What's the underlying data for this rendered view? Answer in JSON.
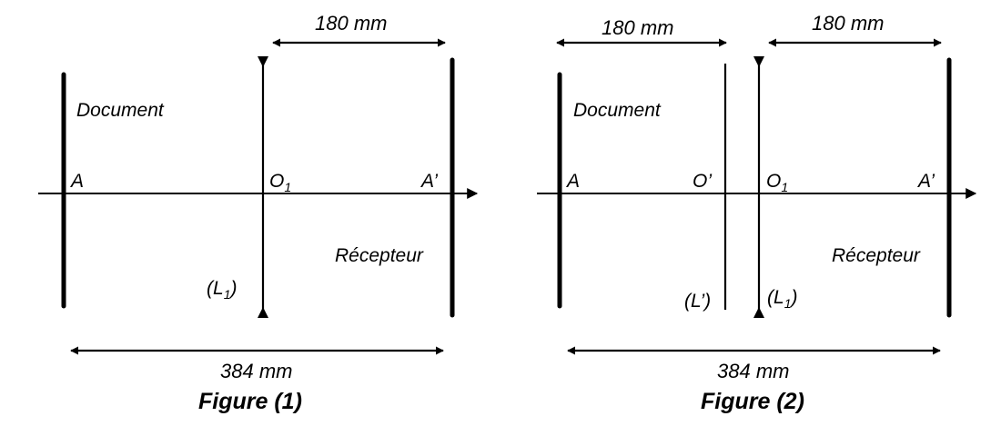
{
  "figures": [
    {
      "caption": "Figure (1)",
      "labels": {
        "document": "Document",
        "point_a": "A",
        "center_o1": "O",
        "center_o1_sub": "1",
        "point_a_prime": "A’",
        "receptor": "Récepteur",
        "lens_l1": "(L",
        "lens_l1_sub": "1",
        "lens_l1_close": ")"
      },
      "dimensions": {
        "top": "180 mm",
        "bottom": "384 mm"
      }
    },
    {
      "caption": "Figure (2)",
      "labels": {
        "document": "Document",
        "point_a": "A",
        "center_o_prime": "O’",
        "center_o1": "O",
        "center_o1_sub": "1",
        "point_a_prime": "A’",
        "receptor": "Récepteur",
        "lens_l_prime": "(L’)",
        "lens_l1": "(L",
        "lens_l1_sub": "1",
        "lens_l1_close": ")"
      },
      "dimensions": {
        "top_left": "180 mm",
        "top_right": "180 mm",
        "bottom": "384 mm"
      }
    }
  ]
}
